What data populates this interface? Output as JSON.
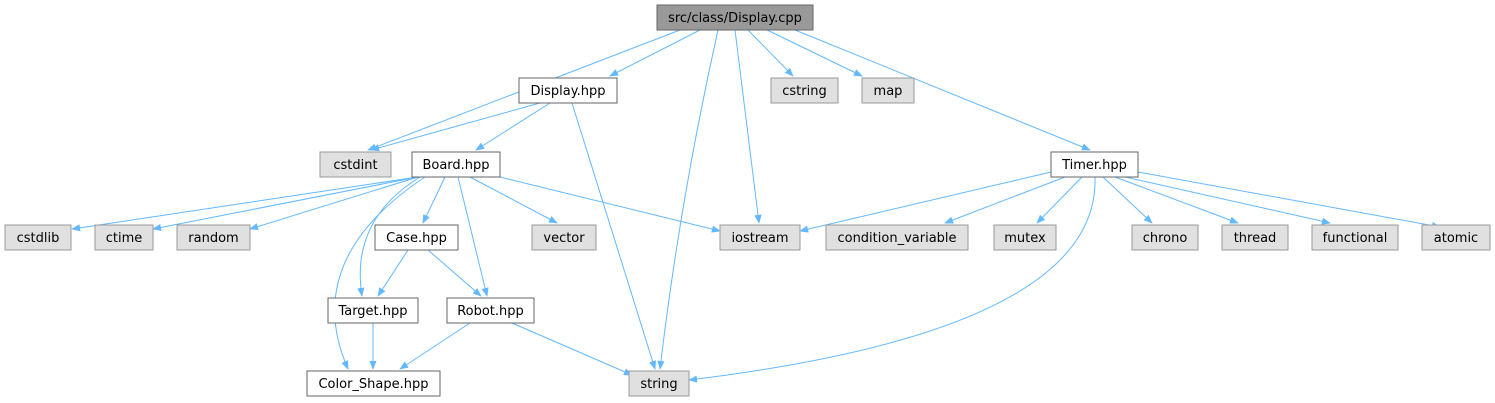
{
  "colors": {
    "root_fill": "#999999",
    "project_fill": "#ffffff",
    "system_fill": "#e0e0e0",
    "project_border": "#666666",
    "system_border": "#999999",
    "edge": "#63b8ff"
  },
  "nodes": [
    {
      "id": "display_cpp",
      "label": "src/class/Display.cpp",
      "kind": "root"
    },
    {
      "id": "display_hpp",
      "label": "Display.hpp",
      "kind": "project"
    },
    {
      "id": "cstring",
      "label": "cstring",
      "kind": "system"
    },
    {
      "id": "map",
      "label": "map",
      "kind": "system"
    },
    {
      "id": "cstdint",
      "label": "cstdint",
      "kind": "system"
    },
    {
      "id": "board_hpp",
      "label": "Board.hpp",
      "kind": "project"
    },
    {
      "id": "timer_hpp",
      "label": "Timer.hpp",
      "kind": "project"
    },
    {
      "id": "cstdlib",
      "label": "cstdlib",
      "kind": "system"
    },
    {
      "id": "ctime",
      "label": "ctime",
      "kind": "system"
    },
    {
      "id": "random",
      "label": "random",
      "kind": "system"
    },
    {
      "id": "case_hpp",
      "label": "Case.hpp",
      "kind": "project"
    },
    {
      "id": "vector",
      "label": "vector",
      "kind": "system"
    },
    {
      "id": "iostream",
      "label": "iostream",
      "kind": "system"
    },
    {
      "id": "condition_variable",
      "label": "condition_variable",
      "kind": "system"
    },
    {
      "id": "mutex",
      "label": "mutex",
      "kind": "system"
    },
    {
      "id": "chrono",
      "label": "chrono",
      "kind": "system"
    },
    {
      "id": "thread",
      "label": "thread",
      "kind": "system"
    },
    {
      "id": "functional",
      "label": "functional",
      "kind": "system"
    },
    {
      "id": "atomic",
      "label": "atomic",
      "kind": "system"
    },
    {
      "id": "target_hpp",
      "label": "Target.hpp",
      "kind": "project"
    },
    {
      "id": "robot_hpp",
      "label": "Robot.hpp",
      "kind": "project"
    },
    {
      "id": "color_shape_hpp",
      "label": "Color_Shape.hpp",
      "kind": "project"
    },
    {
      "id": "string",
      "label": "string",
      "kind": "system"
    }
  ],
  "edges": [
    {
      "from": "display_cpp",
      "to": "display_hpp"
    },
    {
      "from": "display_cpp",
      "to": "cstdint"
    },
    {
      "from": "display_cpp",
      "to": "string"
    },
    {
      "from": "display_cpp",
      "to": "iostream"
    },
    {
      "from": "display_cpp",
      "to": "cstring"
    },
    {
      "from": "display_cpp",
      "to": "map"
    },
    {
      "from": "display_cpp",
      "to": "timer_hpp"
    },
    {
      "from": "display_hpp",
      "to": "cstdint"
    },
    {
      "from": "display_hpp",
      "to": "board_hpp"
    },
    {
      "from": "display_hpp",
      "to": "string"
    },
    {
      "from": "board_hpp",
      "to": "cstdlib"
    },
    {
      "from": "board_hpp",
      "to": "ctime"
    },
    {
      "from": "board_hpp",
      "to": "random"
    },
    {
      "from": "board_hpp",
      "to": "case_hpp"
    },
    {
      "from": "board_hpp",
      "to": "target_hpp"
    },
    {
      "from": "board_hpp",
      "to": "color_shape_hpp"
    },
    {
      "from": "board_hpp",
      "to": "robot_hpp"
    },
    {
      "from": "board_hpp",
      "to": "vector"
    },
    {
      "from": "board_hpp",
      "to": "iostream"
    },
    {
      "from": "case_hpp",
      "to": "target_hpp"
    },
    {
      "from": "case_hpp",
      "to": "robot_hpp"
    },
    {
      "from": "target_hpp",
      "to": "color_shape_hpp"
    },
    {
      "from": "robot_hpp",
      "to": "color_shape_hpp"
    },
    {
      "from": "robot_hpp",
      "to": "string"
    },
    {
      "from": "timer_hpp",
      "to": "iostream"
    },
    {
      "from": "timer_hpp",
      "to": "condition_variable"
    },
    {
      "from": "timer_hpp",
      "to": "mutex"
    },
    {
      "from": "timer_hpp",
      "to": "chrono"
    },
    {
      "from": "timer_hpp",
      "to": "thread"
    },
    {
      "from": "timer_hpp",
      "to": "functional"
    },
    {
      "from": "timer_hpp",
      "to": "atomic"
    },
    {
      "from": "timer_hpp",
      "to": "string"
    }
  ]
}
